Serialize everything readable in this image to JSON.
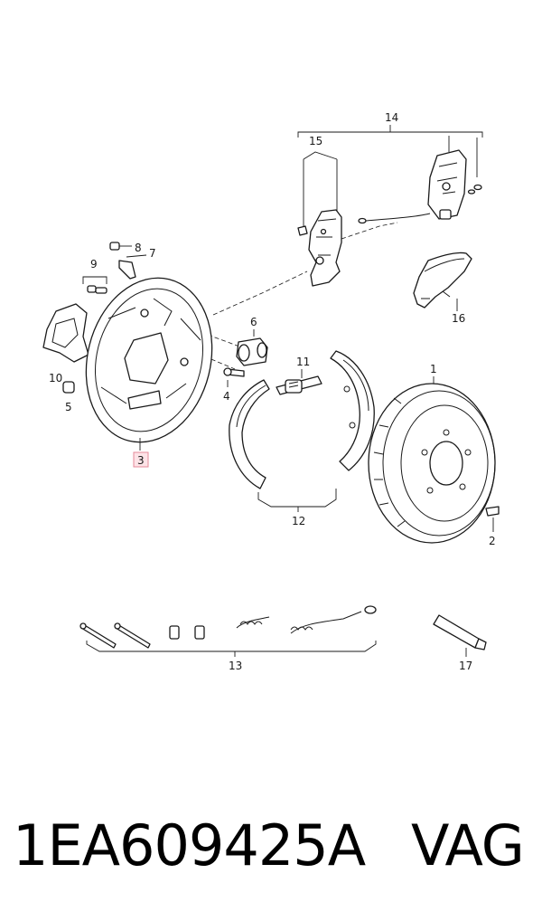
{
  "callouts": {
    "c1": "1",
    "c2": "2",
    "c3": "3",
    "c4": "4",
    "c5": "5",
    "c6": "6",
    "c7": "7",
    "c8": "8",
    "c9": "9",
    "c10": "10",
    "c11": "11",
    "c12": "12",
    "c13": "13",
    "c14": "14",
    "c15": "15",
    "c16": "16",
    "c17": "17"
  },
  "highlighted_callout": "3",
  "highlight_color": "#fde3e7",
  "footer": {
    "part_number": "1EA609425A",
    "brand": "VAG"
  }
}
